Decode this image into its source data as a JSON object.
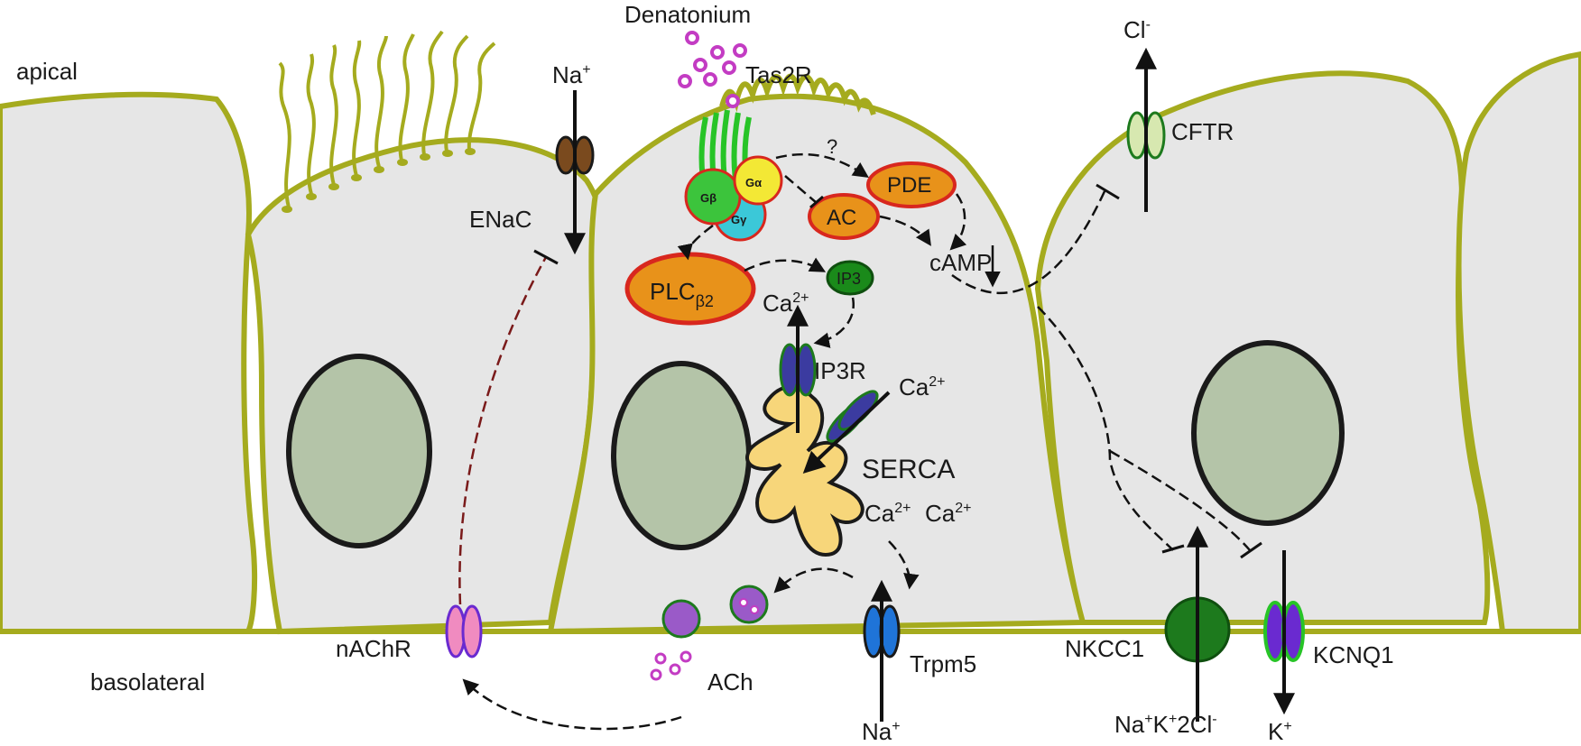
{
  "labels": {
    "apical": "apical",
    "basolateral": "basolateral",
    "denatonium": "Denatonium",
    "tas2r": "Tas2R",
    "na_top": "Na",
    "na_top_sup": "+",
    "enac": "ENaC",
    "cl": "Cl",
    "cl_sup": "-",
    "cftr": "CFTR",
    "question": "?",
    "g_alpha": "Gα",
    "g_beta": "Gβ",
    "g_gamma": "Gγ",
    "pde": "PDE",
    "ac": "AC",
    "camp": "cAMP",
    "plc": "PLC",
    "plc_sub": "β2",
    "ip3": "IP3",
    "ca_1": "Ca",
    "ca_1_sup": "2+",
    "ip3r": "IP3R",
    "ca_2": "Ca",
    "ca_2_sup": "2+",
    "serca": "SERCA",
    "ca_3": "Ca",
    "ca_3_sup": "2+",
    "ca_4": "Ca",
    "ca_4_sup": "2+",
    "nachr": "nAChR",
    "ach": "ACh",
    "trpm5": "Trpm5",
    "na_bottom": "Na",
    "na_bottom_sup": "+",
    "nkcc1": "NKCC1",
    "nkcc1_ions": "Na",
    "nkcc1_ions_sup1": "+",
    "nkcc1_k": "K",
    "nkcc1_k_sup": "+",
    "nkcc1_cl": "2Cl",
    "nkcc1_cl_sup": "-",
    "kcnq1": "KCNQ1",
    "k_bottom": "K",
    "k_bottom_sup": "+"
  },
  "colors": {
    "membrane": "#a5ab1e",
    "cytoplasm": "#e6e6e6",
    "nucleus": "#b4c4a8",
    "er": "#f7d67a",
    "plc_fill": "#e8921a",
    "plc_stroke": "#d8271e",
    "tas2r": "#27c427",
    "g_alpha": "#f3e835",
    "g_beta": "#3cc43c",
    "g_gamma": "#3bc8d8",
    "ip3": "#1a8a1a",
    "enac": "#7a4a1e",
    "cftr": "#d7e8b0",
    "ip3r": "#3b3ba0",
    "nachr": "#f08bc0",
    "trpm5": "#1f74d8",
    "nkcc1": "#1d7a1d",
    "kcnq1": "#6a2ad0",
    "ligand": "#c33cc3"
  },
  "icons": [
    "dashed-activation-arrow",
    "inhibition-bar",
    "ion-flux-arrow"
  ]
}
